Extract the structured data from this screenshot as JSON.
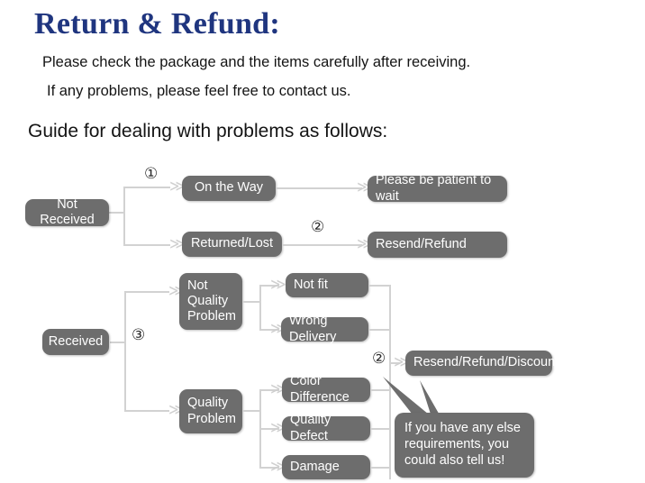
{
  "header": {
    "title": "Return & Refund:",
    "line1": "Please check the package and the items carefully after receiving.",
    "line2": "If any problems, please feel free to contact us.",
    "guide": "Guide for dealing with problems as follows:",
    "title_color": "#1f357f"
  },
  "flow": {
    "box_color": "#6d6d6d",
    "line_color": "#d2d2d2",
    "nodes": {
      "not_received": "Not Received",
      "on_the_way": "On the Way",
      "returned_lost": "Returned/Lost",
      "please_wait": "Please be patient to wait",
      "resend_refund": "Resend/Refund",
      "received": "Received",
      "not_quality_problem": "Not\nQuality\nProblem",
      "quality_problem": "Quality\nProblem",
      "not_fit": "Not fit",
      "wrong_delivery": "Wrong Delivery",
      "color_difference": "Color Difference",
      "quality_defect": "Quality Defect",
      "damage": "Damage",
      "resend_refund_discount": "Resend/Refund/Discount"
    },
    "markers": {
      "one": "①",
      "two_top": "②",
      "three": "③",
      "two_bottom": "②"
    },
    "arrow_glyph": "≫",
    "callout": "If you have any else requirements, you could also tell us!"
  }
}
